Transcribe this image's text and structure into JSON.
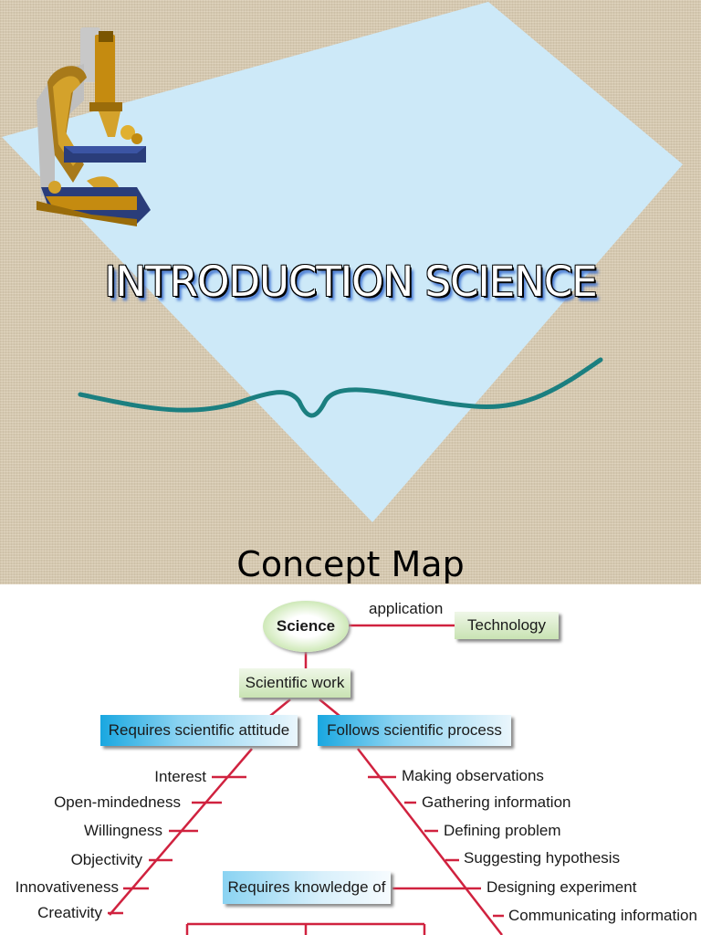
{
  "slide1": {
    "title": "INTRODUCTION SCIENCE",
    "colors": {
      "background": "#d9cbb2",
      "diamond": "#cde9f8",
      "wave": "#1b7f80",
      "title_shadow": "#3a6fd0"
    },
    "icon": "microscope-icon"
  },
  "slide2": {
    "title": "Concept Map",
    "center": "Science",
    "link_label": "application",
    "technology": "Technology",
    "scientific_work": "Scientific work",
    "attitude": "Requires scientific attitude",
    "process": "Follows scientific process",
    "knowledge": "Requires knowledge of",
    "attitude_items": [
      "Interest",
      "Open-mindedness",
      "Willingness",
      "Objectivity",
      "Innovativeness",
      "Creativity"
    ],
    "process_items": [
      "Making observations",
      "Gathering information",
      "Defining problem",
      "Suggesting hypothesis",
      "Designing experiment",
      "Communicating information"
    ],
    "colors": {
      "connector": "#d0223f",
      "box_green": "#c9e3b3",
      "box_blue": "#19a7e0"
    }
  }
}
